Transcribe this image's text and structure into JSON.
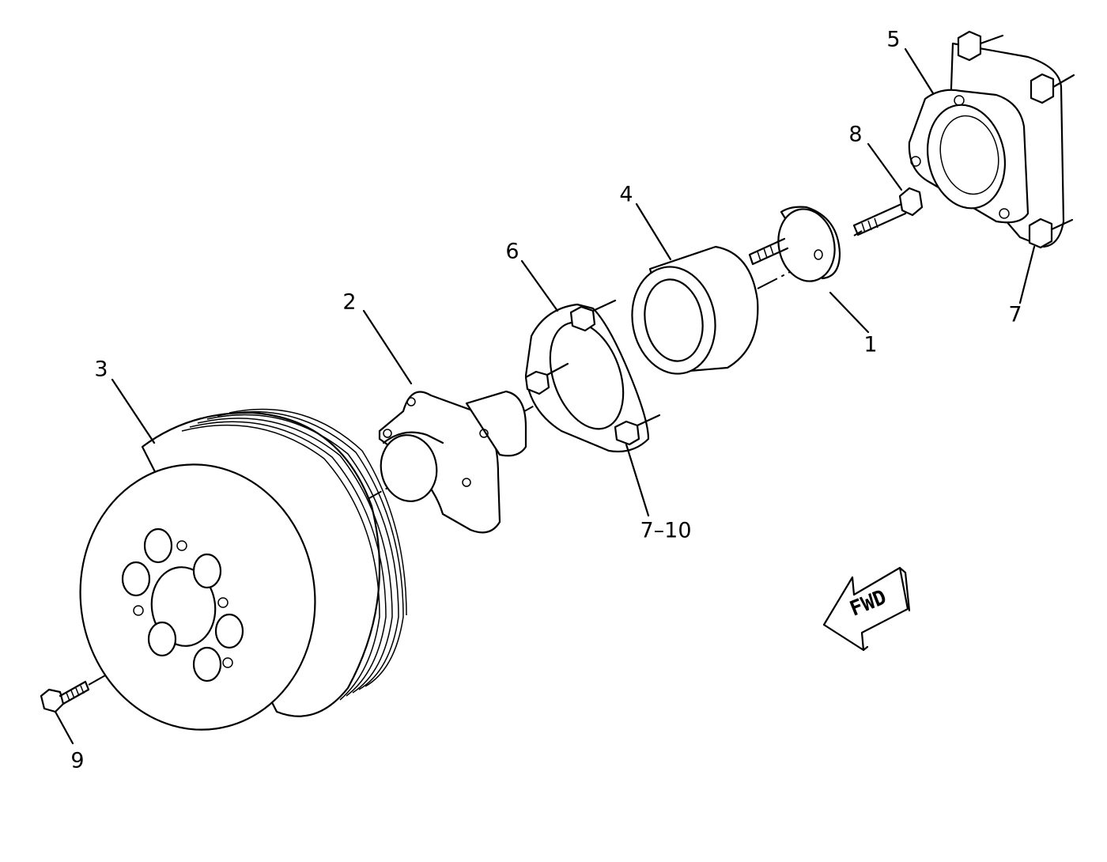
{
  "callouts": [
    {
      "id": "1",
      "label": "1"
    },
    {
      "id": "2",
      "label": "2"
    },
    {
      "id": "3",
      "label": "3"
    },
    {
      "id": "4",
      "label": "4"
    },
    {
      "id": "5",
      "label": "5"
    },
    {
      "id": "6",
      "label": "6"
    },
    {
      "id": "7a",
      "label": "7"
    },
    {
      "id": "7-10",
      "label": "7–10"
    },
    {
      "id": "8",
      "label": "8"
    },
    {
      "id": "9",
      "label": "9"
    }
  ],
  "direction_arrow": {
    "label": "FWD"
  }
}
